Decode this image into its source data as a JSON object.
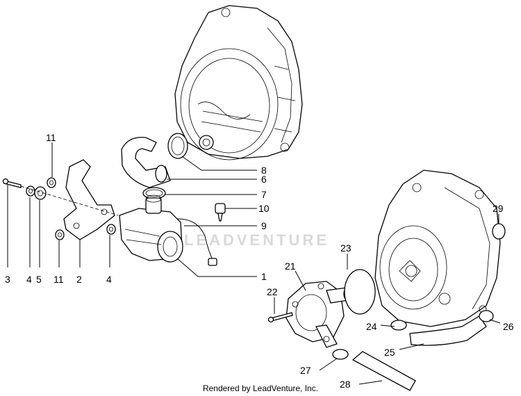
{
  "diagram": {
    "watermark": "LEADVENTURE",
    "footer": "Rendered by LeadVenture, Inc.",
    "callouts": {
      "c1": "1",
      "c2": "2",
      "c3": "3",
      "c4a": "4",
      "c4b": "4",
      "c5": "5",
      "c6": "6",
      "c7": "7",
      "c8": "8",
      "c9": "9",
      "c10": "10",
      "c11a": "11",
      "c11b": "11",
      "c21": "21",
      "c22": "22",
      "c23": "23",
      "c24": "24",
      "c25": "25",
      "c26": "26",
      "c27": "27",
      "c28": "28",
      "c29": "29"
    }
  }
}
